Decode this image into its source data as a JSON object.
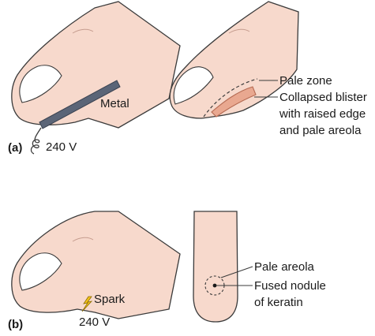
{
  "panels": {
    "a": {
      "letter": "(a)",
      "left_labels": {
        "metal": "Metal",
        "voltage": "240 V"
      },
      "right_labels": {
        "pale_zone": "Pale zone",
        "blister_line1": "Collapsed blister",
        "blister_line2": "with raised edge",
        "blister_line3": "and pale areola"
      }
    },
    "b": {
      "letter": "(b)",
      "left_labels": {
        "spark": "Spark",
        "voltage": "240 V"
      },
      "right_labels": {
        "pale_areola": "Pale areola",
        "nodule_line1": "Fused nodule",
        "nodule_line2": "of keratin"
      }
    }
  },
  "colors": {
    "skin": "#f7d9cc",
    "skin_shade": "#edbfae",
    "outline": "#3a3a3a",
    "metal": "#5b6577",
    "blister": "#e9a890",
    "spark": "#f2c21a"
  }
}
